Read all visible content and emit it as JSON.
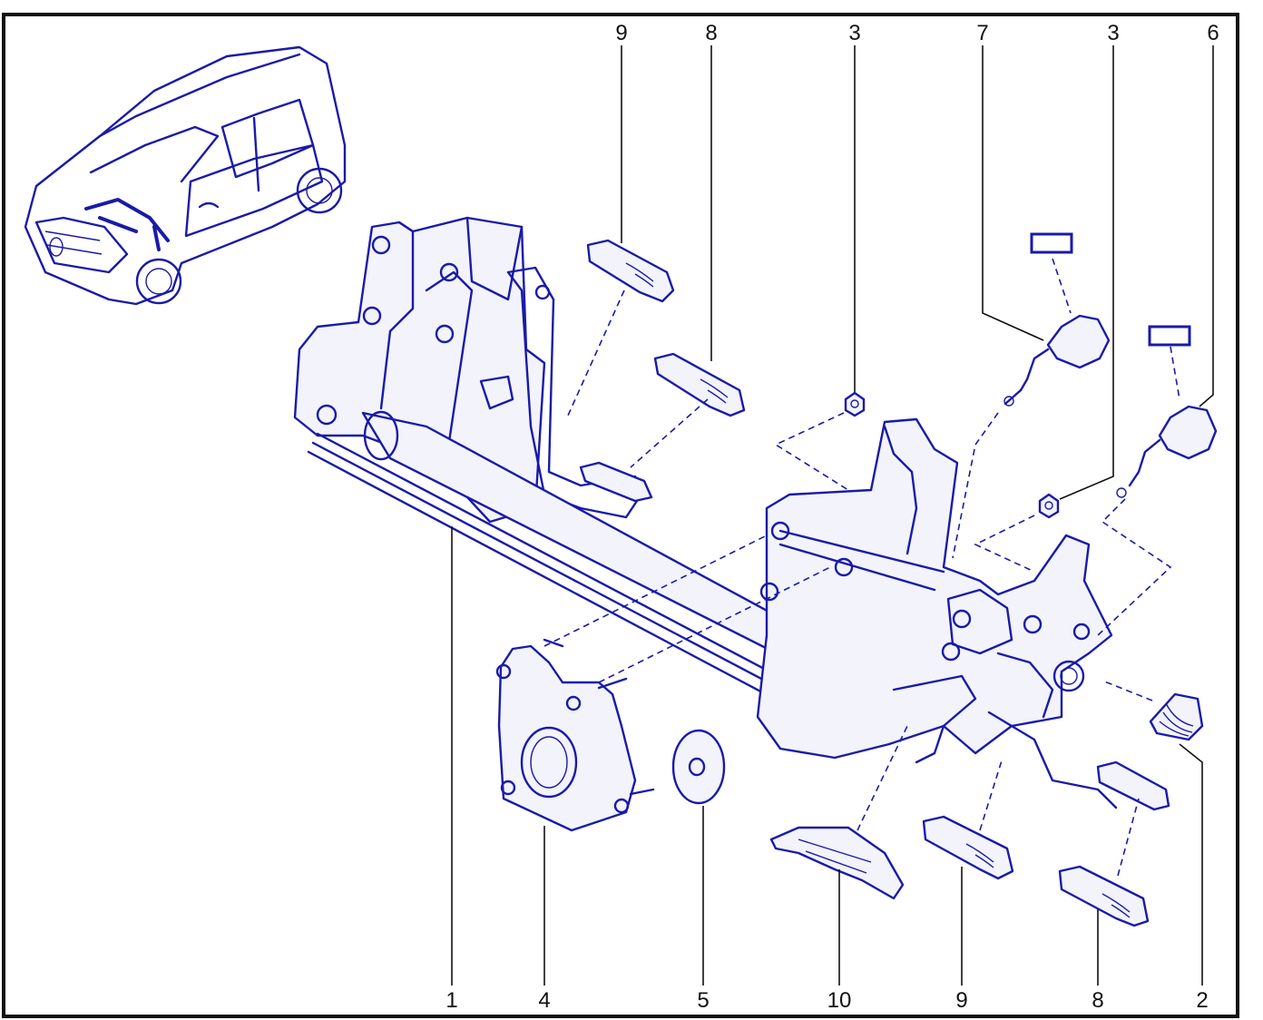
{
  "diagram": {
    "callouts_top": [
      "9",
      "8",
      "3",
      "7",
      "3",
      "6"
    ],
    "callouts_bottom": [
      "1",
      "4",
      "5",
      "10",
      "9",
      "8",
      "2"
    ],
    "colors": {
      "line": "#1a1aa8",
      "frame": "#111111",
      "background": "#ffffff"
    }
  }
}
